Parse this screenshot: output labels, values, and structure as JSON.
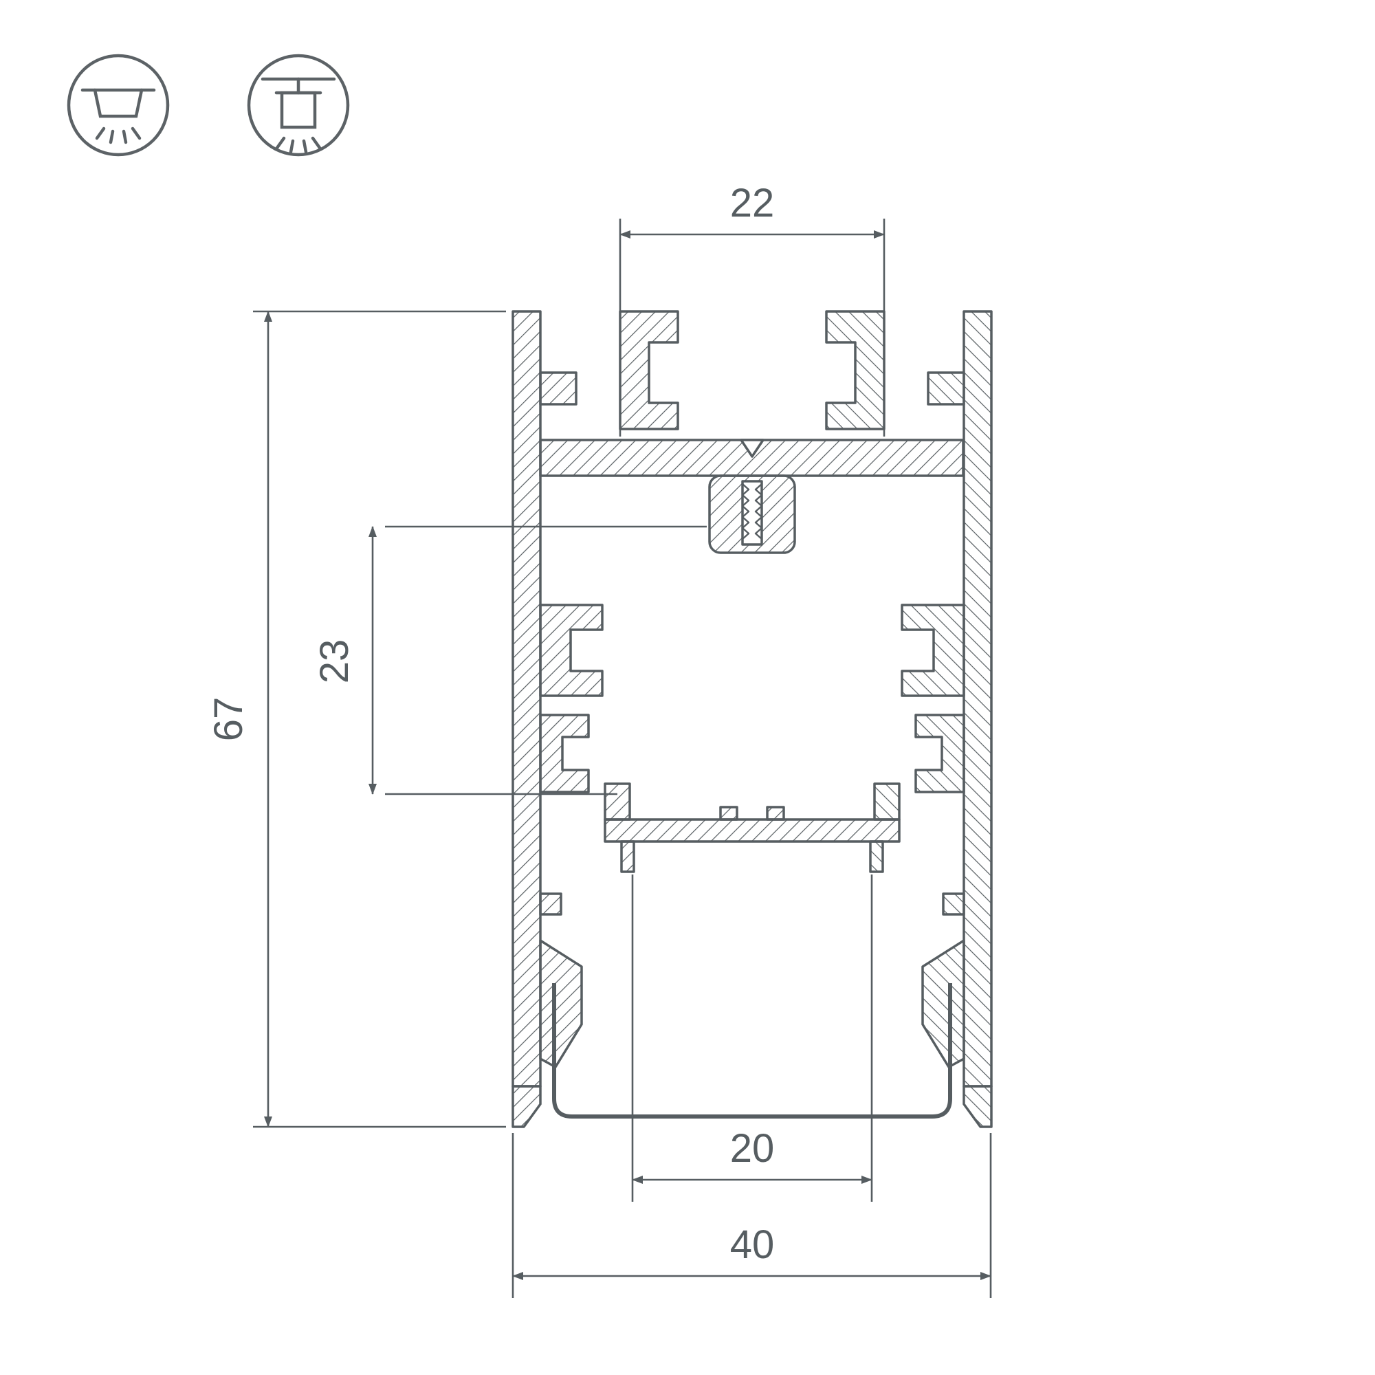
{
  "drawing": {
    "type": "technical-cross-section",
    "subject": "aluminum LED profile cross-section with dimension callouts",
    "dimensions": {
      "top_slot_width": "22",
      "mid_height": "23",
      "overall_height": "67",
      "bottom_opening_width": "20",
      "overall_width": "40"
    },
    "icons": [
      {
        "name": "recessed-mount-icon",
        "meaning": "recessed ceiling mounting"
      },
      {
        "name": "pendant-mount-icon",
        "meaning": "surface / pendant box mounting"
      }
    ],
    "colors": {
      "line": "#565d61",
      "background": "#ffffff"
    }
  }
}
